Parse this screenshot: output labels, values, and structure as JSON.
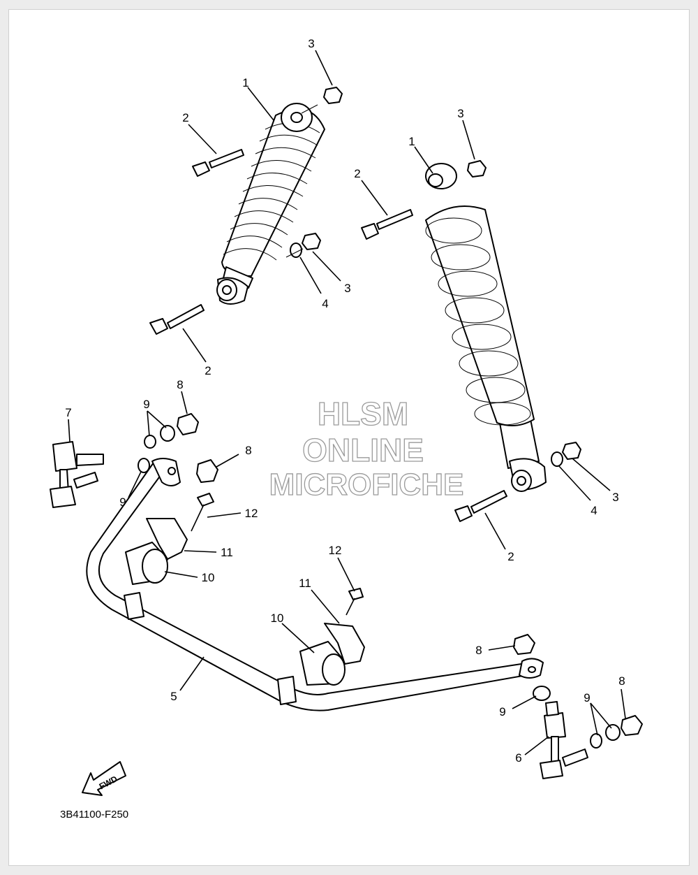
{
  "diagram": {
    "drawing_code": "3B41100-F250",
    "direction_label": "FWD",
    "watermark": [
      "HLSM",
      "ONLINE",
      "MICROFICHE"
    ],
    "callouts": {
      "c1": "1",
      "c2": "2",
      "c3": "3",
      "c4": "3",
      "c5": "4",
      "c6": "2",
      "c7": "3",
      "c8": "1",
      "c9": "2",
      "c10": "4",
      "c11": "3",
      "c12": "2",
      "c13": "8",
      "c14": "9",
      "c15": "7",
      "c16": "8",
      "c17": "9",
      "c18": "12",
      "c19": "11",
      "c20": "10",
      "c21": "12",
      "c22": "11",
      "c23": "10",
      "c24": "5",
      "c25": "8",
      "c26": "9",
      "c27": "8",
      "c28": "9",
      "c29": "6"
    }
  }
}
